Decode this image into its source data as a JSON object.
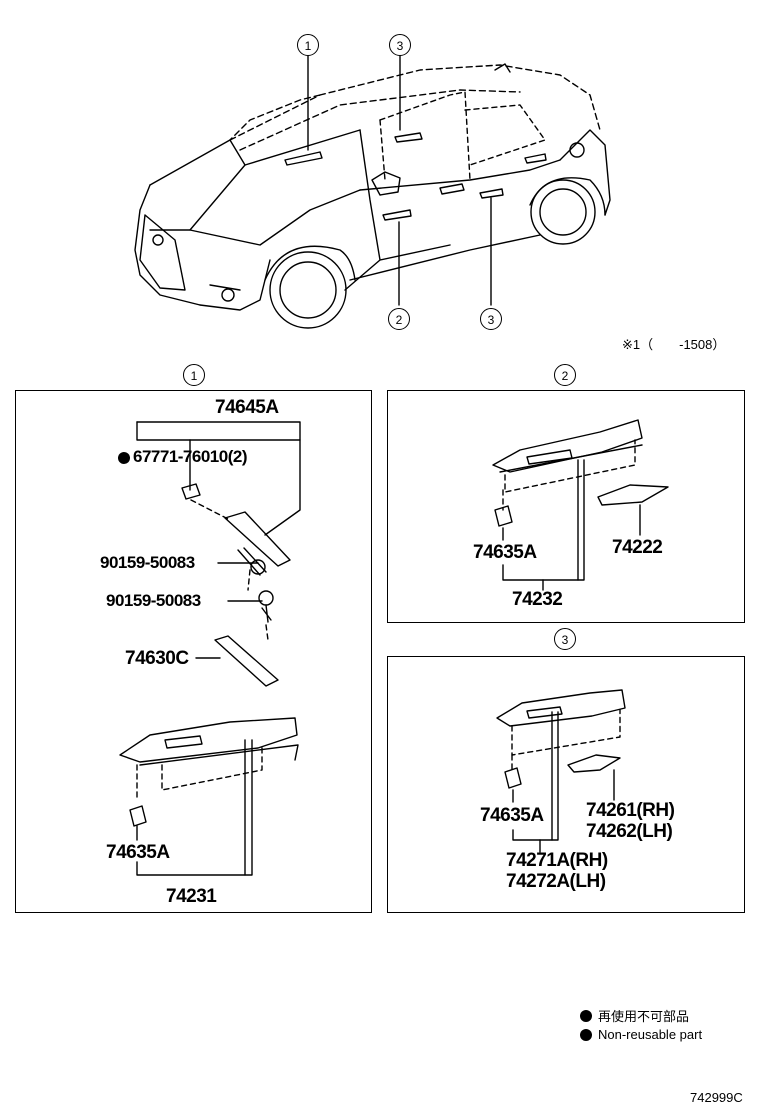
{
  "callouts": {
    "c1": "1",
    "c2": "2",
    "c3": "3"
  },
  "note": "※1（　　-1508）",
  "parts": {
    "p74645A": "74645A",
    "p67771": "67771-76010(2)",
    "p90159a": "90159-50083",
    "p90159b": "90159-50083",
    "p74630C": "74630C",
    "p74635A_1": "74635A",
    "p74231": "74231",
    "p74635A_2": "74635A",
    "p74232": "74232",
    "p74222": "74222",
    "p74635A_3": "74635A",
    "p74261": "74261(RH)",
    "p74262": "74262(LH)",
    "p74271A": "74271A(RH)",
    "p74272A": "74272A(LH)"
  },
  "legend": {
    "jp": "再使用不可部品",
    "en": "Non-reusable part"
  },
  "figure_id": "742999C"
}
